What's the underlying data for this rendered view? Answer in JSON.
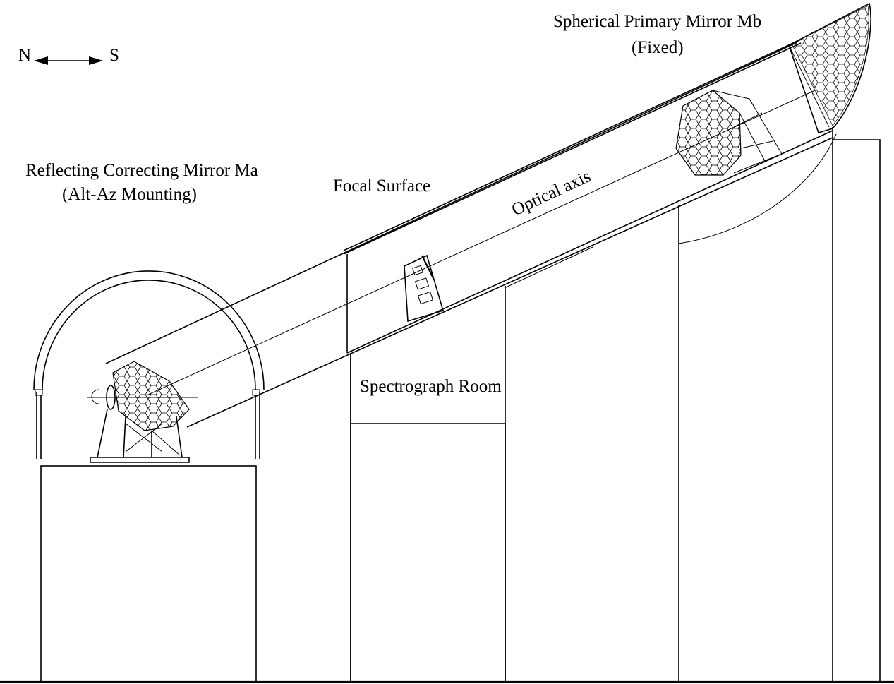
{
  "compass": {
    "north": "N",
    "south": "S"
  },
  "labels": {
    "primary_mirror_line1": "Spherical Primary Mirror Mb",
    "primary_mirror_line2": "(Fixed)",
    "correcting_mirror_line1": "Reflecting Correcting Mirror Ma",
    "correcting_mirror_line2": "(Alt-Az Mounting)",
    "focal_surface": "Focal Surface",
    "optical_axis": "Optical  axis",
    "spectrograph_room": "Spectrograph  Room"
  },
  "icons": {
    "compass": "double-arrow-icon",
    "correcting_mirror": "hexagonal-mirror-icon",
    "primary_mirror": "hexagonal-mirror-icon"
  }
}
